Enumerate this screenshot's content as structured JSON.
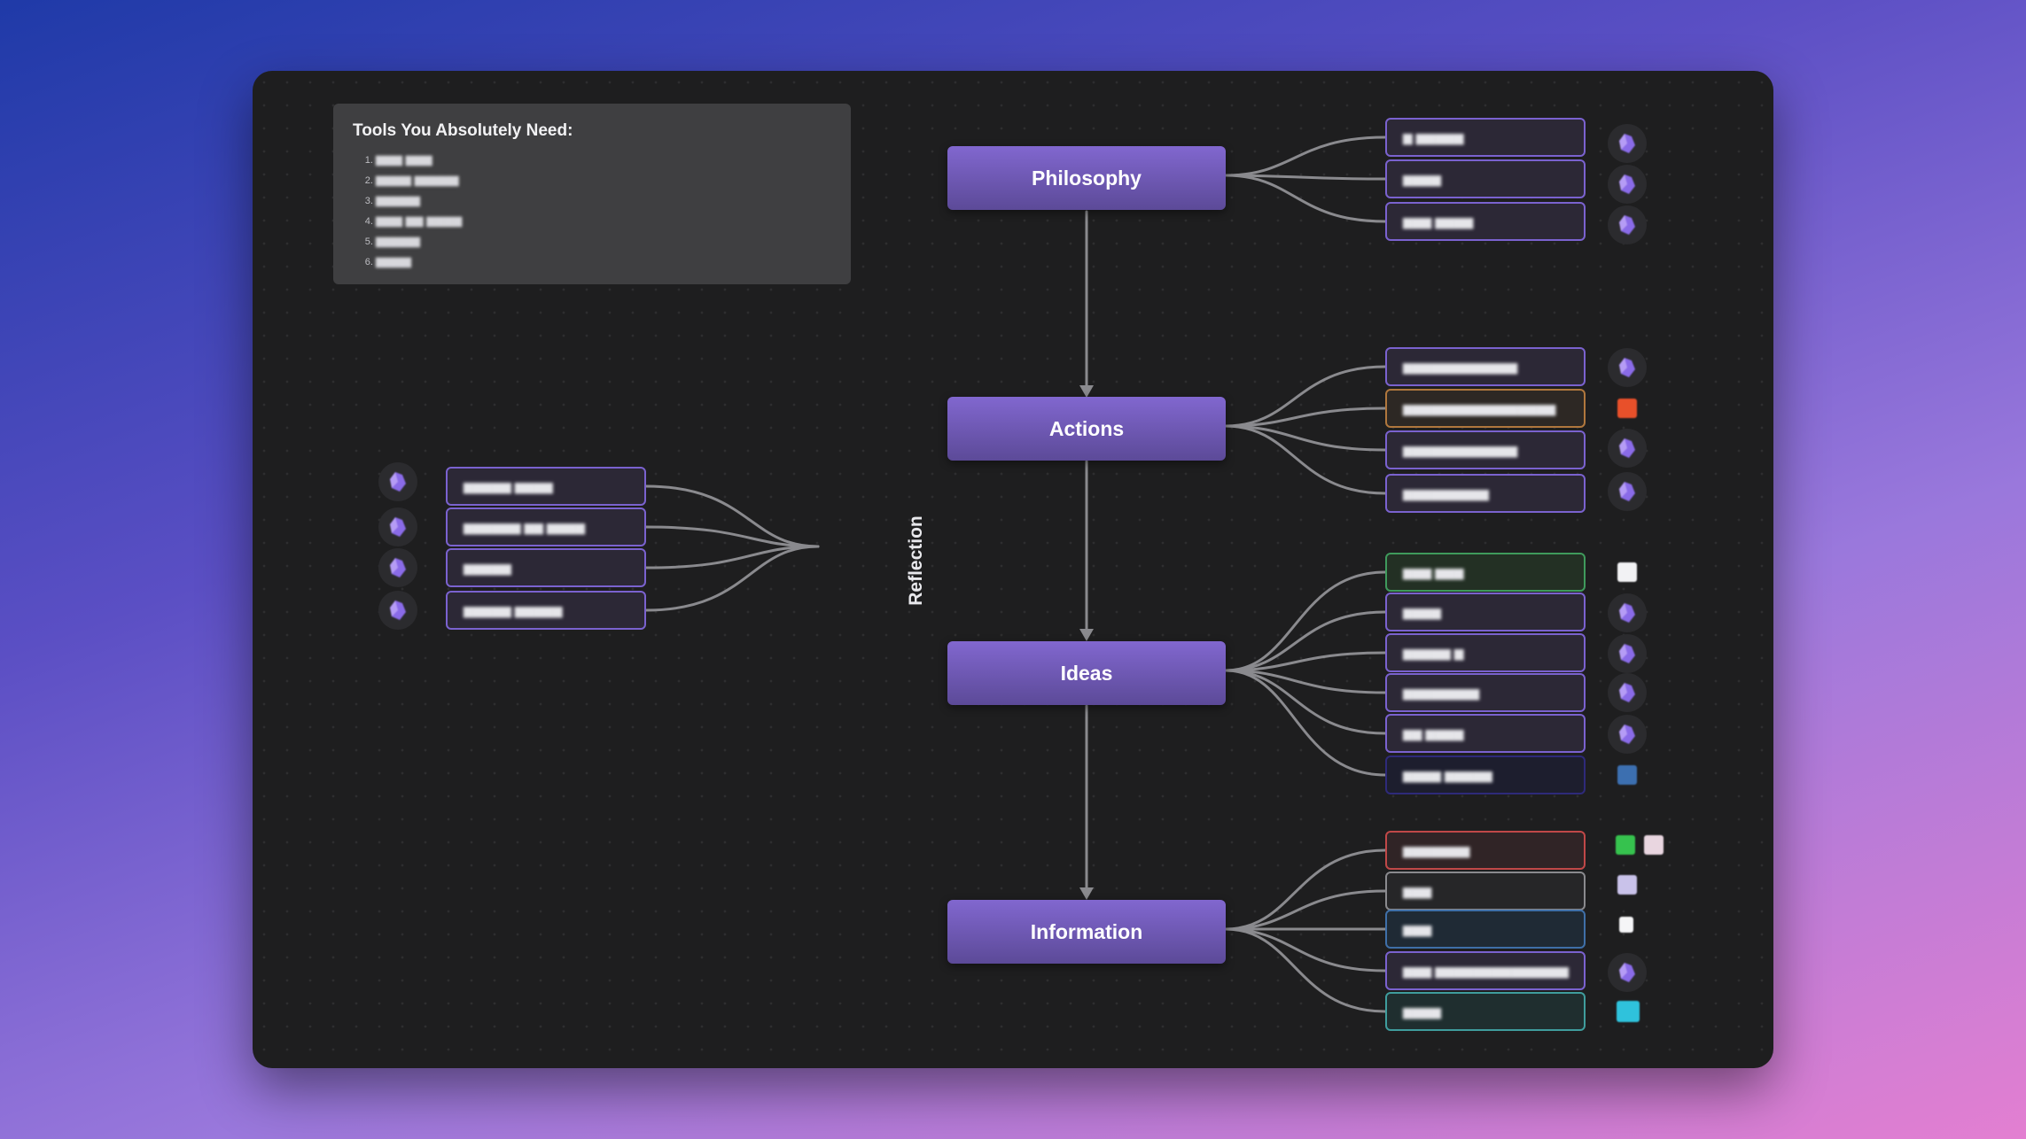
{
  "note": {
    "title": "Tools You Absolutely Need:",
    "items": [
      "▆▆▆ ▆▆▆",
      "▆▆▆▆ ▆▆▆▆▆",
      "▆▆▆▆▆",
      "▆▆▆ ▆▆ ▆▆▆▆",
      "▆▆▆▆▆",
      "▆▆▆▆"
    ]
  },
  "hubs": {
    "philosophy": "Philosophy",
    "actions": "Actions",
    "ideas": "Ideas",
    "information": "Information",
    "reflection": "Reflection"
  },
  "leaves": {
    "philosophy": [
      "▆ ▆▆▆▆▆",
      "▆▆▆▆",
      "▆▆▆ ▆▆▆▆"
    ],
    "actions": [
      "▆▆▆▆▆▆▆▆▆▆▆▆",
      "▆▆▆▆▆▆▆▆▆▆▆▆▆▆▆▆",
      "▆▆▆▆▆▆▆▆▆▆▆▆",
      "▆▆▆▆▆▆▆▆▆"
    ],
    "ideas": [
      "▆▆▆ ▆▆▆",
      "▆▆▆▆",
      "▆▆▆▆▆ ▆",
      "▆▆▆▆▆▆▆▆",
      "▆▆ ▆▆▆▆",
      "▆▆▆▆ ▆▆▆▆▆"
    ],
    "information": [
      "▆▆▆▆▆▆▆",
      "▆▆▆",
      "▆▆▆",
      "▆▆▆ ▆▆▆▆▆▆▆▆▆▆▆▆▆▆",
      "▆▆▆▆"
    ],
    "reflection": [
      "▆▆▆▆▆ ▆▆▆▆",
      "▆▆▆▆▆▆ ▆▆ ▆▆▆▆",
      "▆▆▆▆▆",
      "▆▆▆▆▆ ▆▆▆▆▆"
    ]
  },
  "colors": {
    "hub_top": "#8167cf",
    "hub_bottom": "#5c4a98",
    "leaf_border_default": "#7a62cf",
    "leaf_border_orange": "#b0773d",
    "leaf_border_green": "#3f9a5c",
    "leaf_border_navy": "#2e2a7a",
    "leaf_border_red": "#c04848",
    "leaf_border_gray": "#8a8a8e",
    "leaf_border_blue": "#3f6fa8",
    "leaf_border_teal": "#3f9d9d",
    "connector": "#8a8a8e"
  },
  "icons": {
    "obsidian": "obsidian-icon",
    "orange_app": "orange-app-icon",
    "white_app": "white-app-icon",
    "blue_app": "blue-app-icon",
    "green_app": "green-app-icon",
    "cyan_app": "cyan-app-icon"
  }
}
